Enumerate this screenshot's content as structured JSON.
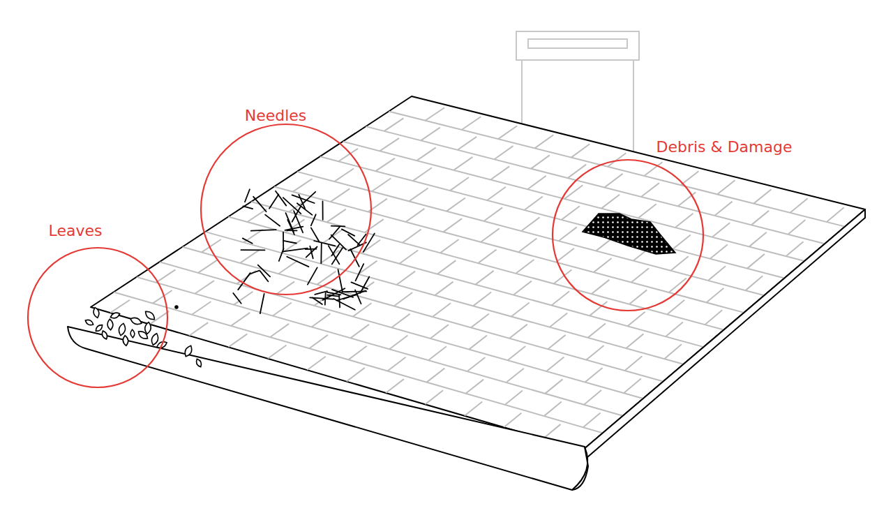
{
  "diagram": {
    "labels": [
      "Leaves",
      "Needles",
      "Debris & Damage"
    ]
  }
}
